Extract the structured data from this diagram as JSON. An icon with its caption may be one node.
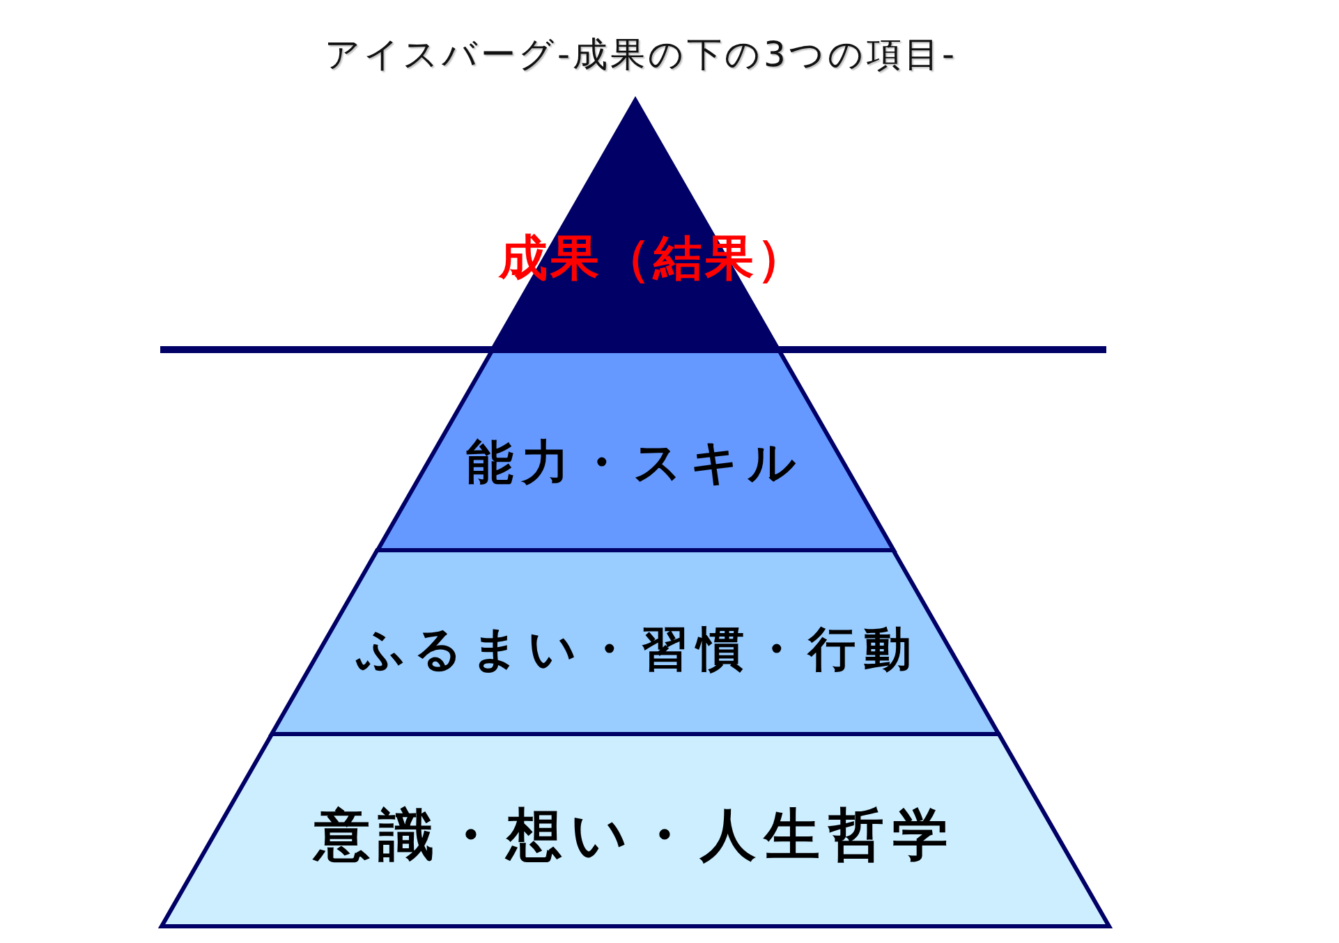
{
  "diagram": {
    "title": "アイスバーグ-成果の下の3つの項目-",
    "nodes": [
      {
        "text": [
          "成果（結果）"
        ]
      },
      {
        "text": [
          "能力・スキル"
        ]
      },
      {
        "text": [
          "ふるまい・習慣・行動"
        ]
      },
      {
        "text": [
          "意識・想い・人生哲学"
        ]
      }
    ]
  }
}
